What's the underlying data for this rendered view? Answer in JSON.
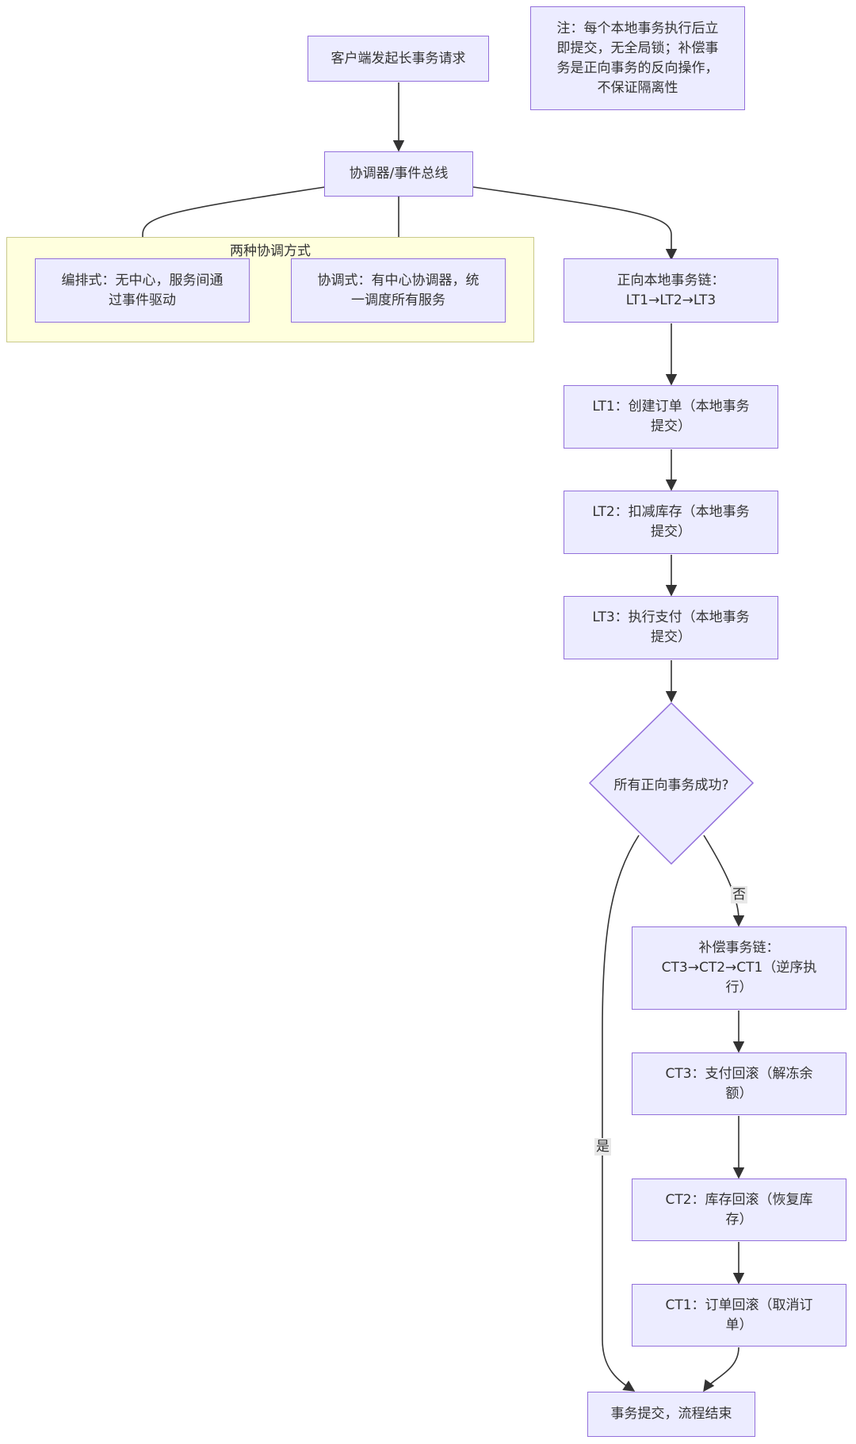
{
  "nodes": {
    "client": "客户端发起长事务请求",
    "note": "注：每个本地事务执行后立\n即提交，无全局锁；补偿事\n务是正向事务的反向操作，\n不保证隔离性",
    "coordinator": "协调器/事件总线",
    "choreography": "编排式：无中心，服务间通\n过事件驱动",
    "orchestration": "协调式：有中心协调器，统\n一调度所有服务",
    "forward_chain": "正向本地事务链：\nLT1→LT2→LT3",
    "lt1": "LT1：创建订单（本地事务\n提交）",
    "lt2": "LT2：扣减库存（本地事务\n提交）",
    "lt3": "LT3：执行支付（本地事务\n提交）",
    "decision": "所有正向事务成功?",
    "comp_chain": "补偿事务链：\nCT3→CT2→CT1（逆序执\n行）",
    "ct3": "CT3：支付回滚（解冻余\n额）",
    "ct2": "CT2：库存回滚（恢复库\n存）",
    "ct1": "CT1：订单回滚（取消订\n单）",
    "end": "事务提交，流程结束"
  },
  "group": {
    "title": "两种协调方式"
  },
  "edge_labels": {
    "no": "否",
    "yes": "是"
  },
  "colors": {
    "node_fill": "#ECECFF",
    "node_border": "#9370DB",
    "group_fill": "#FFFFDE",
    "edge": "#333333"
  }
}
